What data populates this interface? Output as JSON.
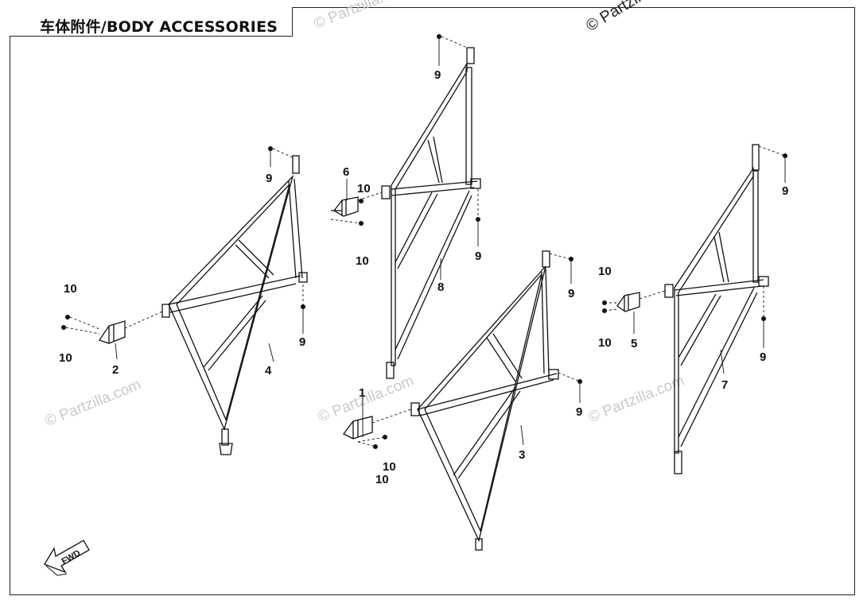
{
  "header": {
    "title": "车体附件/BODY ACCESSORIES"
  },
  "watermark": {
    "copyright": "© Partzilla.com",
    "faint": "© Partzilla.com"
  },
  "callouts": {
    "c1": "1",
    "c2": "2",
    "c3": "3",
    "c4": "4",
    "c5": "5",
    "c6": "6",
    "c7": "7",
    "c8": "8",
    "n9": "9",
    "n10": "10"
  },
  "fwd_label": "FWD",
  "colors": {
    "line": "#111111",
    "watermark": "#c9c9c9",
    "background": "#ffffff"
  }
}
